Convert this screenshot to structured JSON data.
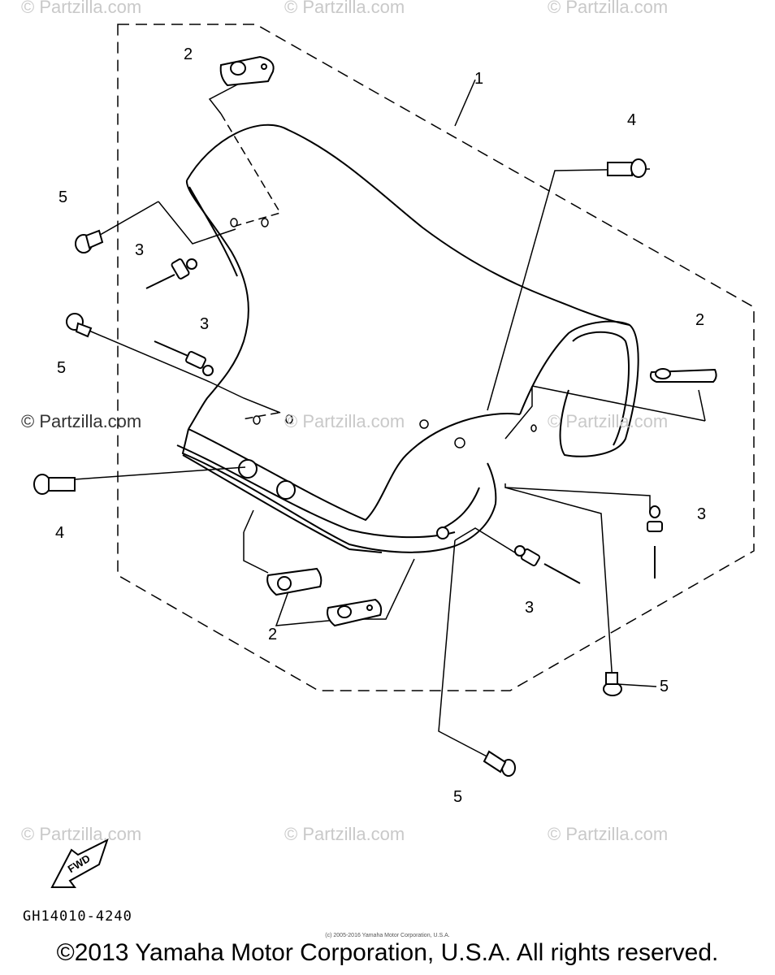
{
  "watermarks": {
    "top": [
      "© Partzilla.com",
      "© Partzilla.com",
      "© Partzilla.com"
    ],
    "middle_left": "© Partzilla.com",
    "middle_center": "© Partzilla.com",
    "middle_right": "© Partzilla.com",
    "bottom": [
      "© Partzilla.com",
      "© Partzilla.com",
      "© Partzilla.com"
    ]
  },
  "callouts": {
    "part_1": "1",
    "part_2_top": "2",
    "part_2_right": "2",
    "part_2_bottom": "2",
    "part_3_upper_left": "3",
    "part_3_mid_left": "3",
    "part_3_right": "3",
    "part_3_lower": "3",
    "part_4_top_right": "4",
    "part_4_left": "4",
    "part_5_upper_left": "5",
    "part_5_mid_left": "5",
    "part_5_lower_right": "5",
    "part_5_bottom": "5"
  },
  "fwd_arrow_label": "FWD",
  "diagram_code": "GH14010-4240",
  "small_copyright": "(c) 2005-2016 Yamaha Motor Corporation, U.S.A.",
  "copyright": "©2013 Yamaha Motor Corporation, U.S.A. All rights reserved."
}
